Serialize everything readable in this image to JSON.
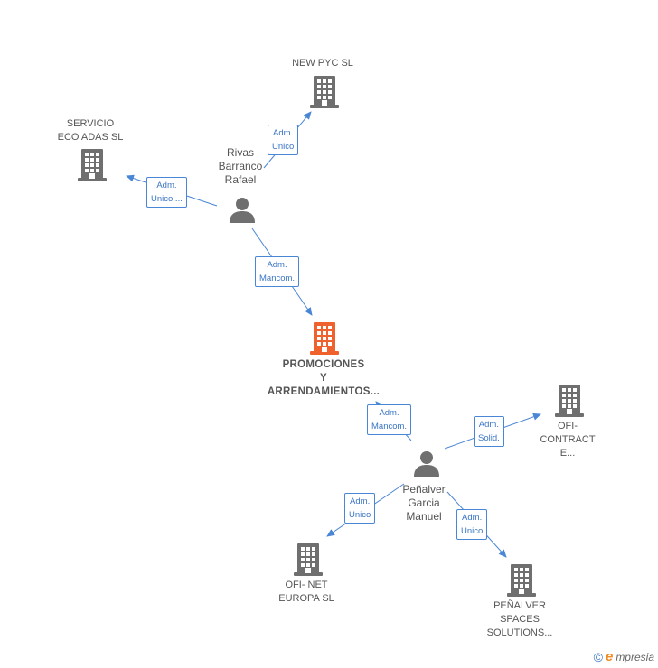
{
  "nodes": {
    "new_pyc": {
      "lines": [
        "NEW PYC  SL"
      ],
      "type": "company"
    },
    "servicio": {
      "lines": [
        "SERVICIO",
        "ECO ADAS  SL"
      ],
      "type": "company"
    },
    "rivas": {
      "lines": [
        "Rivas",
        "Barranco",
        "Rafael"
      ],
      "type": "person"
    },
    "promociones": {
      "lines": [
        "PROMOCIONES",
        "Y",
        "ARRENDAMIENTOS..."
      ],
      "type": "company-main"
    },
    "penalver": {
      "lines": [
        "Peñalver",
        "Garcia",
        "Manuel"
      ],
      "type": "person"
    },
    "ofi_contract": {
      "lines": [
        "OFI-",
        "CONTRACT",
        "E..."
      ],
      "type": "company"
    },
    "ofi_net": {
      "lines": [
        "OFI- NET",
        "EUROPA  SL"
      ],
      "type": "company"
    },
    "penalver_spaces": {
      "lines": [
        "PEÑALVER",
        "SPACES",
        "SOLUTIONS..."
      ],
      "type": "company"
    }
  },
  "edges": {
    "rivas_newpyc": {
      "lines": [
        "Adm.",
        "Unico"
      ]
    },
    "rivas_servicio": {
      "lines": [
        "Adm.",
        "Unico,..."
      ]
    },
    "rivas_promociones": {
      "lines": [
        "Adm.",
        "Mancom."
      ]
    },
    "penalver_promociones": {
      "lines": [
        "Adm.",
        "Mancom."
      ]
    },
    "penalver_oficontract": {
      "lines": [
        "Adm.",
        "Solid."
      ]
    },
    "penalver_ofinet": {
      "lines": [
        "Adm.",
        "Unico"
      ]
    },
    "penalver_spaces": {
      "lines": [
        "Adm.",
        "Unico"
      ]
    }
  },
  "colors": {
    "edge": "#4a86d6",
    "building": "#6f6f6f",
    "building_main": "#f0622d",
    "person": "#6f6f6f"
  },
  "footer": {
    "copyright": "©",
    "brand_first": "e",
    "brand_rest": "mpresia"
  }
}
